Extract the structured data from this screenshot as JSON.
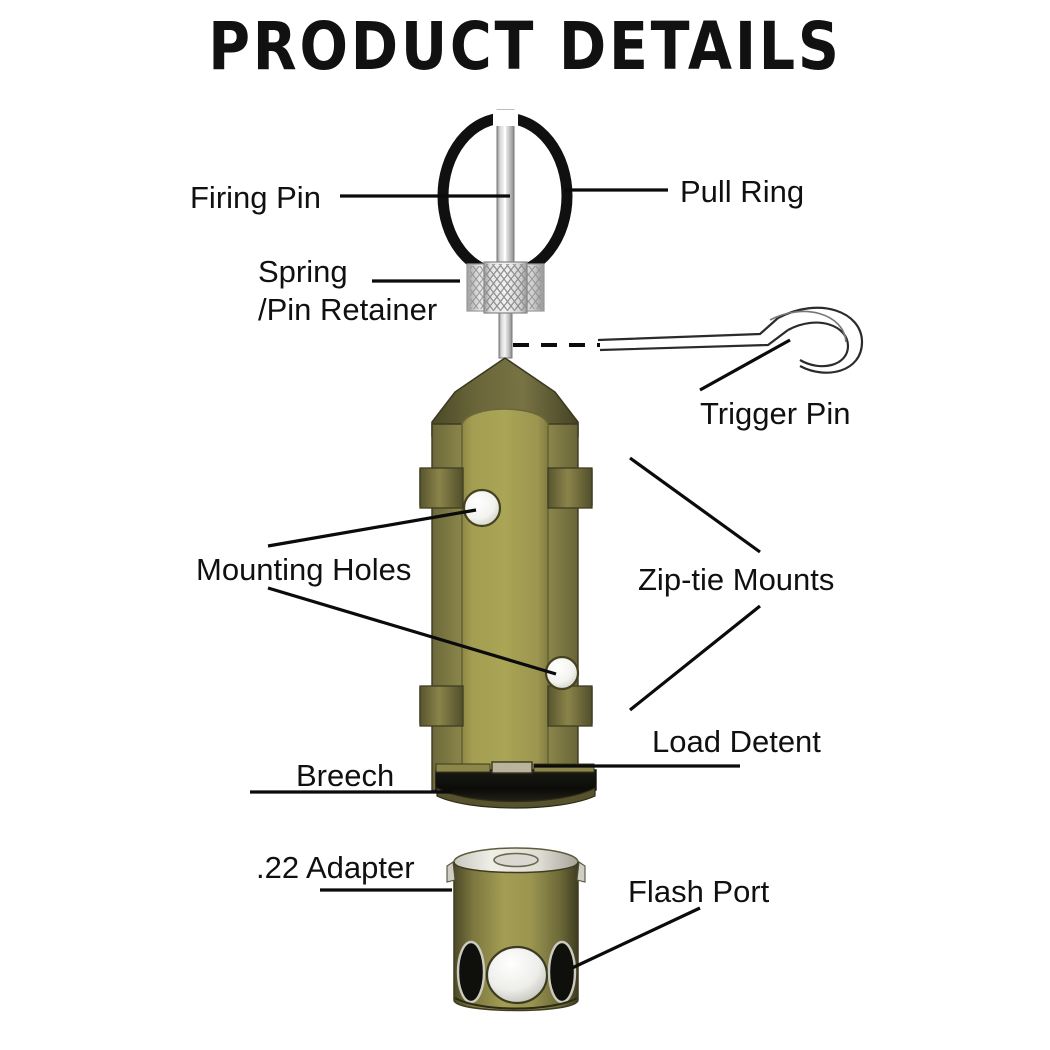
{
  "page": {
    "title": "PRODUCT DETAILS",
    "background_color": "#ffffff",
    "text_color": "#101010"
  },
  "colors": {
    "body_face_light": "#a8a253",
    "body_face_mid": "#96904a",
    "body_bevel_dark": "#5f5c33",
    "body_edge_olive": "#6d6a3c",
    "adapter_light": "#9d9750",
    "adapter_dark": "#4e4b27",
    "metal_light": "#e8e8e8",
    "metal_mid": "#bdbdbd",
    "metal_dark": "#6e6e6e",
    "hole_white": "#f7f7f5",
    "breech_black": "#0d0d0b",
    "line_black": "#0b0b0b"
  },
  "labels": {
    "firing_pin": "Firing Pin",
    "pull_ring": "Pull Ring",
    "spring_line1": "Spring",
    "spring_line2": "/Pin Retainer",
    "trigger_pin": "Trigger Pin",
    "mounting_holes": "Mounting Holes",
    "ziptie_mounts": "Zip-tie Mounts",
    "load_detent": "Load Detent",
    "breech": "Breech",
    "adapter_22": ".22 Adapter",
    "flash_port": "Flash Port"
  },
  "parts": {
    "firing_pin": {
      "name": "Firing Pin",
      "description": "Steel rod running vertically through the pull ring and retainer into the body cap"
    },
    "pull_ring": {
      "name": "Pull Ring",
      "description": "Thick black split ring around the firing pin rod"
    },
    "spring_pin_retainer": {
      "name": "Spring /Pin Retainer",
      "description": "Knurled cylindrical collar below the pull ring"
    },
    "trigger_pin": {
      "name": "Trigger Pin",
      "description": "Thin wire with a curled loop handle at the right end"
    },
    "mounting_holes": {
      "name": "Mounting Holes",
      "count": 2,
      "description": "Two round through-holes on the body face"
    },
    "ziptie_mounts": {
      "name": "Zip-tie Mounts",
      "count": 2,
      "description": "Upper and lower grooved notches on the body sides"
    },
    "load_detent": {
      "name": "Load Detent",
      "description": "Small tab at the lower breech opening"
    },
    "breech": {
      "name": "Breech",
      "description": "Dark open cavity at the bottom of the main body"
    },
    "adapter": {
      "name": ".22 Adapter",
      "description": "Short olive cylinder with a central bore"
    },
    "flash_port": {
      "name": "Flash Port",
      "count": 3,
      "description": "Three ports around the lower wall of the adapter"
    }
  }
}
